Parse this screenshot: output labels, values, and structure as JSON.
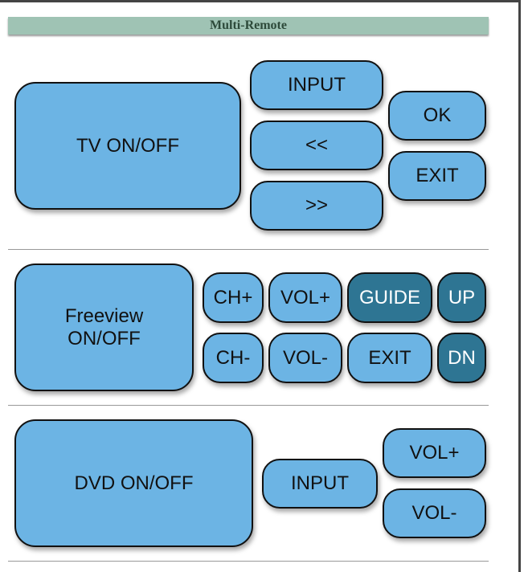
{
  "header": {
    "title": "Multi-Remote"
  },
  "tv": {
    "power": "TV ON/OFF",
    "input": "INPUT",
    "rewind": "<<",
    "forward": ">>",
    "ok": "OK",
    "exit": "EXIT"
  },
  "freeview": {
    "power": "Freeview ON/OFF",
    "ch_up": "CH+",
    "vol_up": "VOL+",
    "guide": "GUIDE",
    "up": "UP",
    "ch_down": "CH-",
    "vol_down": "VOL-",
    "exit": "EXIT",
    "down": "DN"
  },
  "dvd": {
    "power": "DVD ON/OFF",
    "input": "INPUT",
    "vol_up": "VOL+",
    "vol_down": "VOL-"
  },
  "colors": {
    "button": "#6cb4e4",
    "button_dark": "#2e7593",
    "header": "#9fc3b4"
  }
}
